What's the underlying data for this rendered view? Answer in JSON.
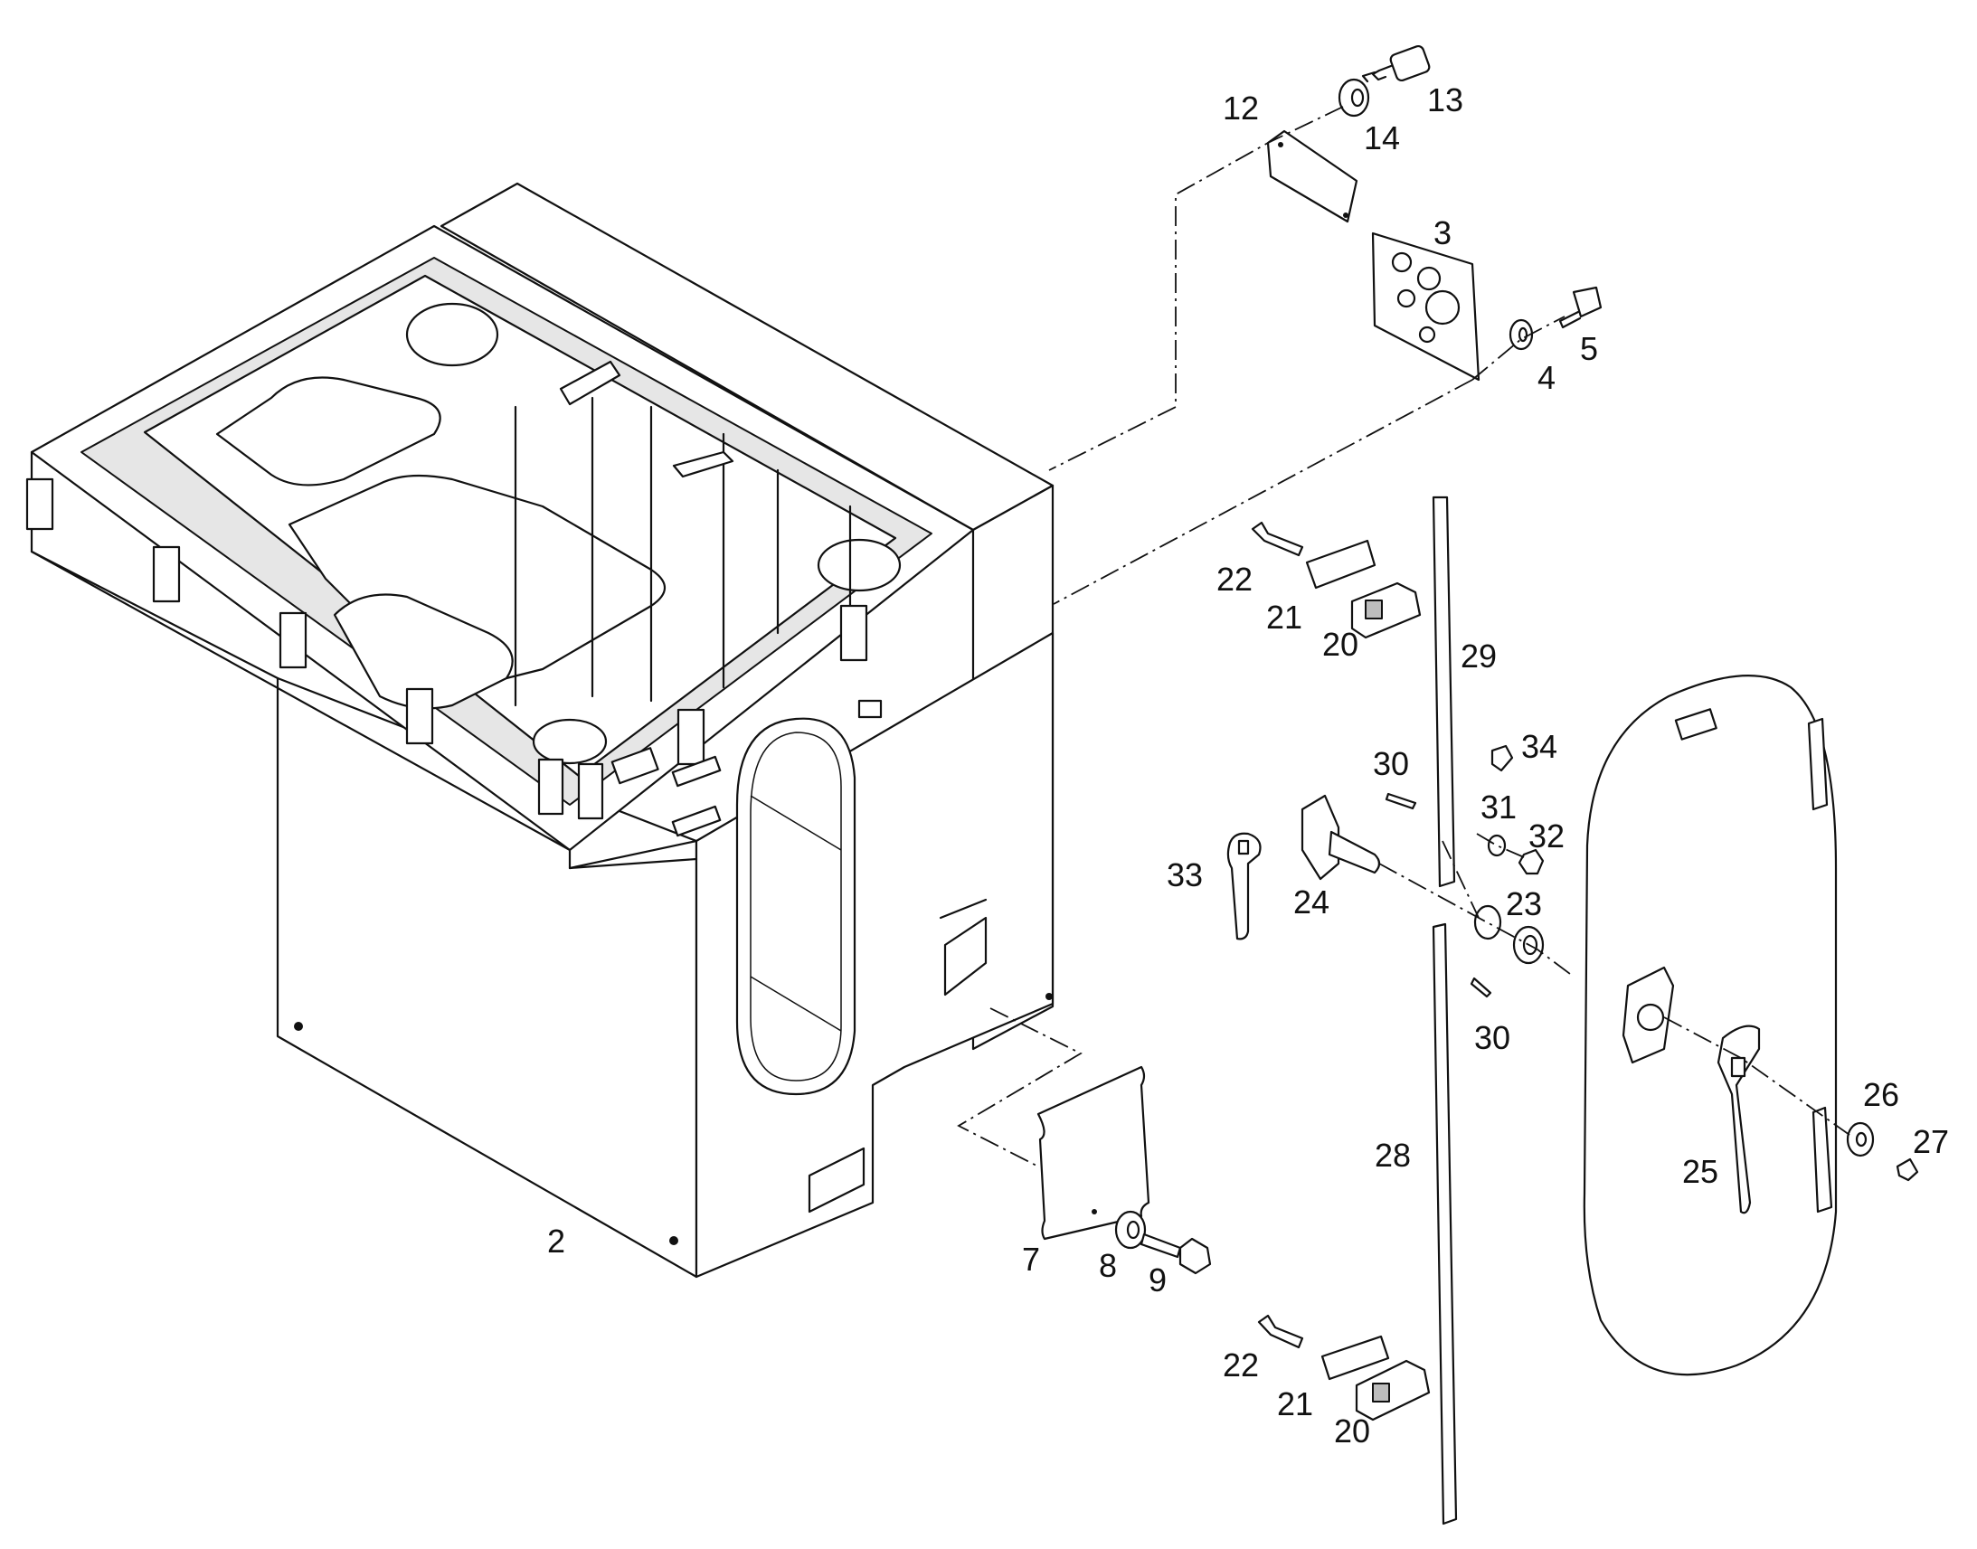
{
  "diagram": {
    "callouts": [
      {
        "id": "2",
        "text": "2"
      },
      {
        "id": "3",
        "text": "3"
      },
      {
        "id": "4",
        "text": "4"
      },
      {
        "id": "5",
        "text": "5"
      },
      {
        "id": "7",
        "text": "7"
      },
      {
        "id": "8",
        "text": "8"
      },
      {
        "id": "9",
        "text": "9"
      },
      {
        "id": "12",
        "text": "12"
      },
      {
        "id": "13",
        "text": "13"
      },
      {
        "id": "14",
        "text": "14"
      },
      {
        "id": "20a",
        "text": "20"
      },
      {
        "id": "21a",
        "text": "21"
      },
      {
        "id": "22a",
        "text": "22"
      },
      {
        "id": "20b",
        "text": "20"
      },
      {
        "id": "21b",
        "text": "21"
      },
      {
        "id": "22b",
        "text": "22"
      },
      {
        "id": "23",
        "text": "23"
      },
      {
        "id": "24",
        "text": "24"
      },
      {
        "id": "25",
        "text": "25"
      },
      {
        "id": "26",
        "text": "26"
      },
      {
        "id": "27",
        "text": "27"
      },
      {
        "id": "28",
        "text": "28"
      },
      {
        "id": "29",
        "text": "29"
      },
      {
        "id": "30a",
        "text": "30"
      },
      {
        "id": "30b",
        "text": "30"
      },
      {
        "id": "31",
        "text": "31"
      },
      {
        "id": "32",
        "text": "32"
      },
      {
        "id": "33",
        "text": "33"
      },
      {
        "id": "34",
        "text": "34"
      }
    ]
  }
}
